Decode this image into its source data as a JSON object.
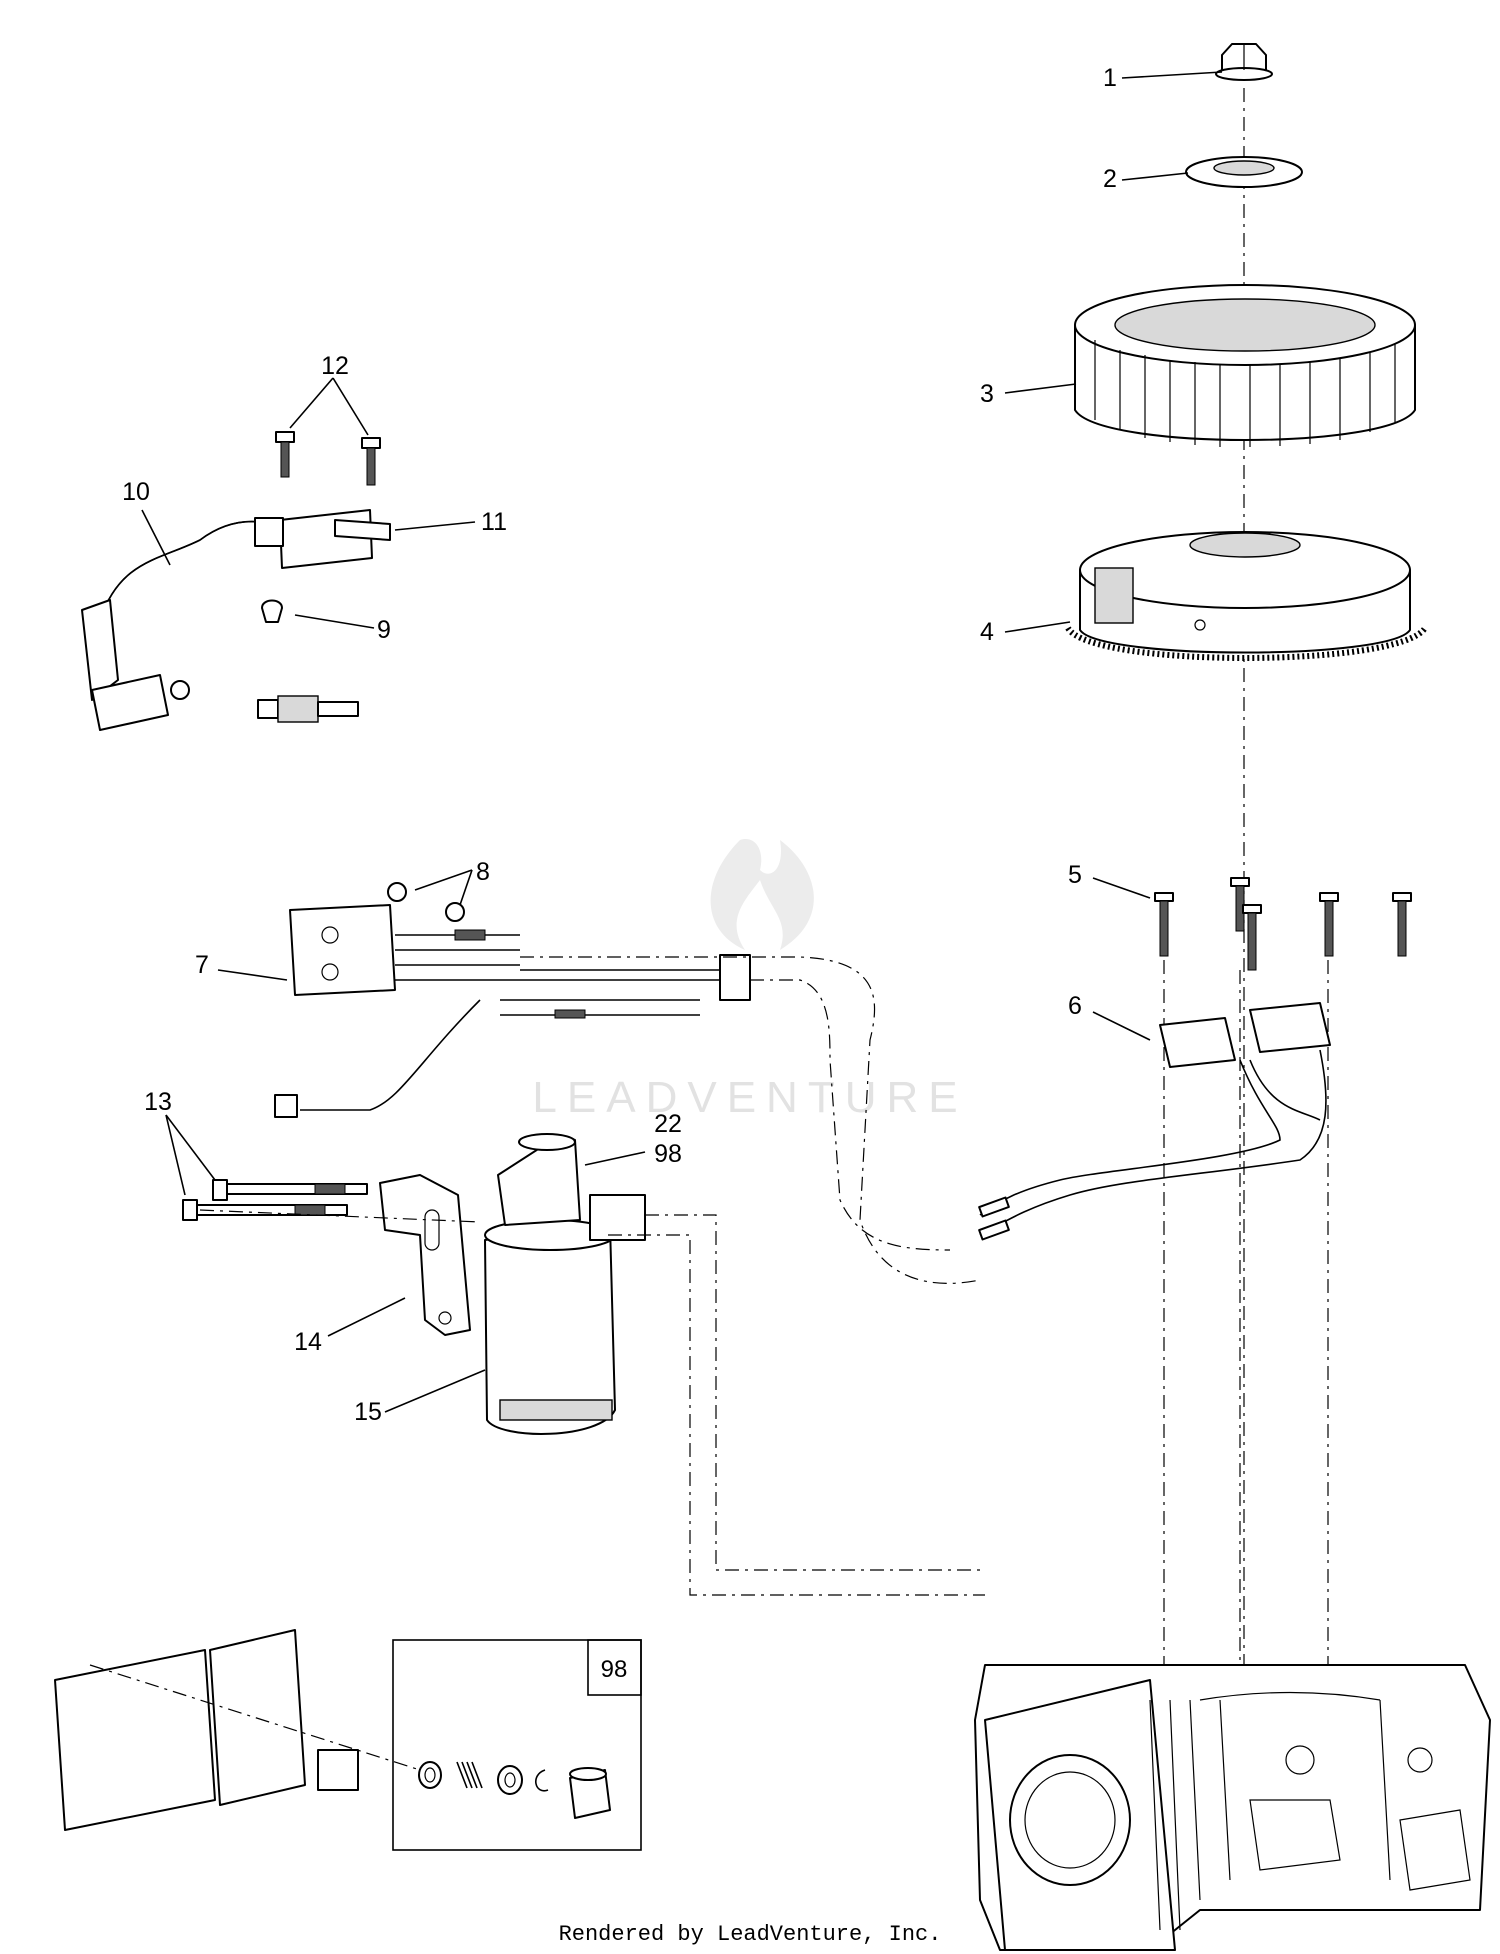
{
  "watermark": "LEADVENTURE",
  "footer": "Rendered by LeadVenture, Inc.",
  "inset_box_label": "98",
  "callouts": {
    "c1": "1",
    "c2": "2",
    "c3": "3",
    "c4": "4",
    "c5": "5",
    "c6": "6",
    "c7": "7",
    "c8": "8",
    "c9": "9",
    "c10": "10",
    "c11": "11",
    "c12": "12",
    "c13": "13",
    "c14": "14",
    "c15": "15",
    "c22": "22",
    "c98": "98"
  }
}
